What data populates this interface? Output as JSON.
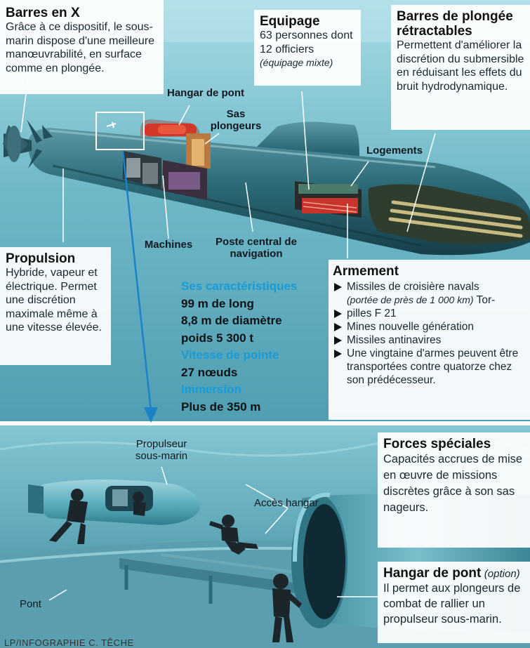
{
  "top_left": {
    "title": "Barres en X",
    "text": "Grâce à ce dispositif, le sous-marin dispose d'une meilleure manœuvrabilité, en surface comme en plongée."
  },
  "equipage": {
    "title": "Equipage",
    "line1": "63 personnes dont",
    "line2": "12 officiers",
    "note": "(équipage mixte)"
  },
  "barres_plongee": {
    "title": "Barres de plongée rétractables",
    "text": "Permettent d'améliorer la discrétion du submersible en réduisant les effets du bruit hydrodynamique."
  },
  "propulsion": {
    "title": "Propulsion",
    "text": "Hybride, vapeur et électrique. Permet une discrétion maximale même à une vitesse élevée."
  },
  "labels": {
    "hangar_pont": "Hangar de pont",
    "sas": "Sas plongeurs",
    "logements": "Logements",
    "machines": "Machines",
    "poste_central": "Poste central de navigation",
    "propulseur": "Propulseur sous-marin",
    "acces_hangar": "Accès hangar",
    "pont": "Pont"
  },
  "caracteristiques": {
    "heading": "Ses caractéristiques",
    "line1": "99 m de long",
    "line2": "8,8 m de diamètre",
    "line3": "poids 5 300 t",
    "speed_heading": "Vitesse de pointe",
    "speed": "27 nœuds",
    "immersion_heading": "Immersion",
    "immersion": "Plus de 350 m"
  },
  "armement": {
    "title": "Armement",
    "item1": "Missiles de croisière navals",
    "item1_note": "(portée de près de 1 000 km)",
    "item1_tail": "Tor-",
    "item2": "pilles F 21",
    "item3": "Mines nouvelle génération",
    "item4": "Missiles antinavires",
    "item5": "Une vingtaine d'armes peuvent être transportées contre quatorze chez son prédécesseur."
  },
  "forces": {
    "title": "Forces spéciales",
    "text": "Capacités accrues de mise en œuvre de missions discrètes grâce à son sas nageurs."
  },
  "hangar_option": {
    "title": "Hangar de pont",
    "option": "(option)",
    "text": "Il permet aux plongeurs de combat de rallier un propulseur sous-marin."
  },
  "credit": "LP/INFOGRAPHIE C. TÊCHE",
  "colors": {
    "sea_top": "#8fd0dc",
    "hull": "#2f6f7c",
    "accent": "#1a9bd7",
    "arrow": "#1b82c9"
  }
}
